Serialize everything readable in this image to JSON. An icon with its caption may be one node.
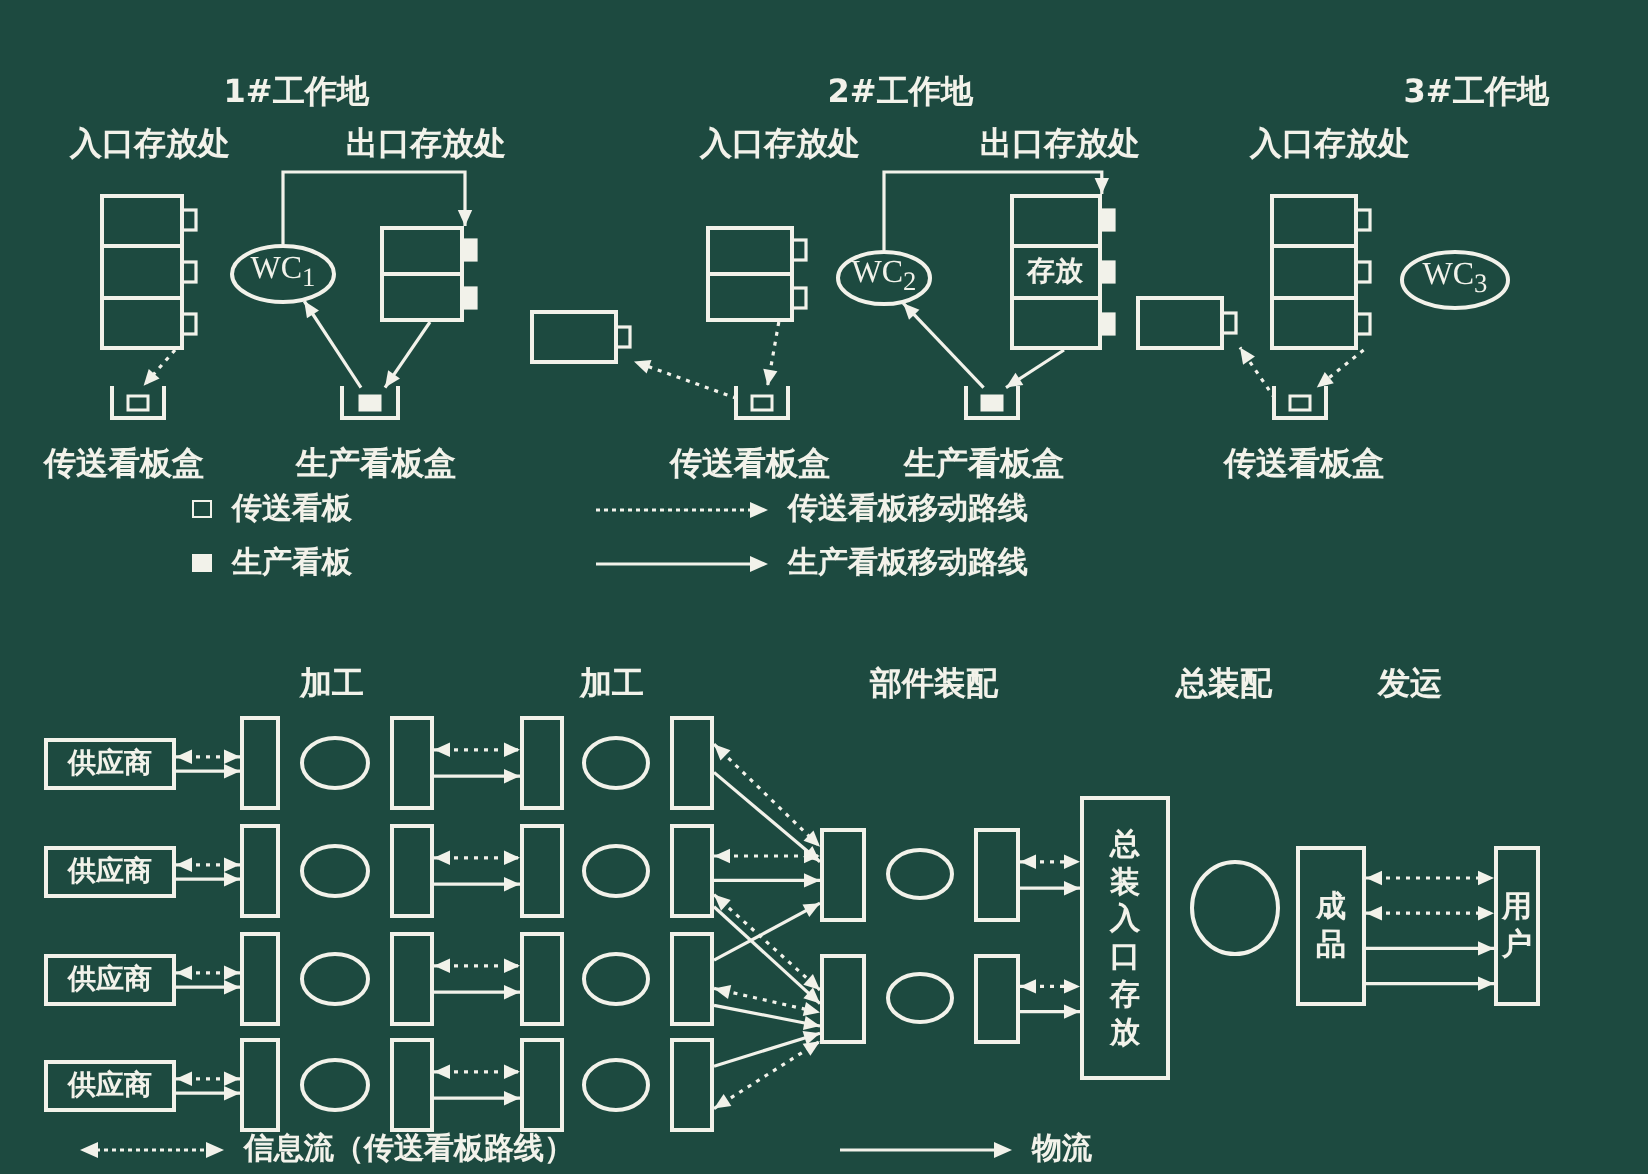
{
  "diagram": {
    "nodes": [
      {
        "text": [],
        "shape": "box"
      },
      {
        "text": [
          "WC$_{1}$"
        ]
      },
      {
        "text": [],
        "shape": "box"
      },
      {
        "text": [],
        "shape": "tray"
      },
      {
        "text": [],
        "shape": "tray"
      },
      {
        "text": [],
        "shape": "box"
      },
      {
        "text": [],
        "shape": "box"
      },
      {
        "text": [
          "WC$_{2}$"
        ]
      },
      {
        "text": [
          "存放"
        ]
      },
      {
        "text": [],
        "shape": "tray"
      },
      {
        "text": [],
        "shape": "tray"
      },
      {
        "text": [],
        "shape": "box"
      },
      {
        "text": [],
        "shape": "box"
      },
      {
        "text": [
          "WC$_{3}$"
        ]
      },
      {
        "text": [],
        "shape": "tray"
      },
      {
        "text": [
          "供应商"
        ]
      },
      {
        "text": [
          "供应商"
        ]
      },
      {
        "text": [
          "供应商"
        ]
      },
      {
        "text": [
          "供应商"
        ]
      },
      {
        "text": [],
        "shape": "box"
      },
      {
        "text": [],
        "shape": "box"
      },
      {
        "text": [],
        "shape": "box"
      },
      {
        "text": [],
        "shape": "box"
      },
      {
        "text": [],
        "shape": "ellipse"
      },
      {
        "text": [],
        "shape": "ellipse"
      },
      {
        "text": [],
        "shape": "ellipse"
      },
      {
        "text": [],
        "shape": "ellipse"
      },
      {
        "text": [],
        "shape": "box"
      },
      {
        "text": [],
        "shape": "box"
      },
      {
        "text": [],
        "shape": "box"
      },
      {
        "text": [],
        "shape": "box"
      },
      {
        "text": [],
        "shape": "box"
      },
      {
        "text": [],
        "shape": "box"
      },
      {
        "text": [],
        "shape": "box"
      },
      {
        "text": [],
        "shape": "box"
      },
      {
        "text": [],
        "shape": "ellipse"
      },
      {
        "text": [],
        "shape": "ellipse"
      },
      {
        "text": [],
        "shape": "ellipse"
      },
      {
        "text": [],
        "shape": "ellipse"
      },
      {
        "text": [],
        "shape": "box"
      },
      {
        "text": [],
        "shape": "box"
      },
      {
        "text": [],
        "shape": "box"
      },
      {
        "text": [],
        "shape": "box"
      },
      {
        "text": [],
        "shape": "box"
      },
      {
        "text": [],
        "shape": "box"
      },
      {
        "text": [],
        "shape": "ellipse"
      },
      {
        "text": [],
        "shape": "ellipse"
      },
      {
        "text": [],
        "shape": "box"
      },
      {
        "text": [],
        "shape": "box"
      },
      {
        "text": [
          "总装入口存放"
        ]
      },
      {
        "text": [],
        "shape": "ellipse"
      },
      {
        "text": [
          "成品"
        ]
      },
      {
        "text": [
          "用户"
        ]
      }
    ],
    "edges": [
      {
        "from": 0,
        "to": 3,
        "arrow": "to",
        "style": "dashed"
      },
      {
        "from": 1,
        "to": 2,
        "arrow": "to"
      },
      {
        "from": 4,
        "to": 1,
        "arrow": "to"
      },
      {
        "from": 2,
        "to": 4,
        "arrow": "to"
      },
      {
        "from": 6,
        "to": 9,
        "arrow": "to",
        "style": "dashed"
      },
      {
        "from": 9,
        "to": 5,
        "arrow": "to",
        "style": "dashed"
      },
      {
        "from": 7,
        "to": 8,
        "arrow": "to"
      },
      {
        "from": 10,
        "to": 7,
        "arrow": "to"
      },
      {
        "from": 8,
        "to": 10,
        "arrow": "to"
      },
      {
        "from": 12,
        "to": 14,
        "arrow": "to",
        "style": "dashed"
      },
      {
        "from": 14,
        "to": 11,
        "arrow": "to",
        "style": "dashed"
      },
      {
        "from": 15,
        "to": 19,
        "arrow": "both",
        "style": "dashed"
      },
      {
        "from": 15,
        "to": 19,
        "arrow": "to"
      },
      {
        "from": 16,
        "to": 20,
        "arrow": "both",
        "style": "dashed"
      },
      {
        "from": 16,
        "to": 20,
        "arrow": "to"
      },
      {
        "from": 17,
        "to": 21,
        "arrow": "both",
        "style": "dashed"
      },
      {
        "from": 17,
        "to": 21,
        "arrow": "to"
      },
      {
        "from": 18,
        "to": 22,
        "arrow": "both",
        "style": "dashed"
      },
      {
        "from": 18,
        "to": 22,
        "arrow": "to"
      },
      {
        "from": 27,
        "to": 31,
        "arrow": "both",
        "style": "dashed"
      },
      {
        "from": 27,
        "to": 31,
        "arrow": "to"
      },
      {
        "from": 28,
        "to": 32,
        "arrow": "both",
        "style": "dashed"
      },
      {
        "from": 28,
        "to": 32,
        "arrow": "to"
      },
      {
        "from": 29,
        "to": 33,
        "arrow": "both",
        "style": "dashed"
      },
      {
        "from": 29,
        "to": 33,
        "arrow": "to"
      },
      {
        "from": 30,
        "to": 34,
        "arrow": "both",
        "style": "dashed"
      },
      {
        "from": 30,
        "to": 34,
        "arrow": "to"
      },
      {
        "from": 39,
        "to": 43,
        "arrow": "both",
        "style": "dashed"
      },
      {
        "from": 39,
        "to": 43,
        "arrow": "to"
      },
      {
        "from": 40,
        "to": 43,
        "arrow": "both",
        "style": "dashed"
      },
      {
        "from": 40,
        "to": 43,
        "arrow": "to"
      },
      {
        "from": 40,
        "to": 44,
        "arrow": "both",
        "style": "dashed"
      },
      {
        "from": 40,
        "to": 44,
        "arrow": "to"
      },
      {
        "from": 41,
        "to": 43,
        "arrow": "to"
      },
      {
        "from": 41,
        "to": 44,
        "arrow": "both",
        "style": "dashed"
      },
      {
        "from": 41,
        "to": 44,
        "arrow": "to"
      },
      {
        "from": 42,
        "to": 44,
        "arrow": "both",
        "style": "dashed"
      },
      {
        "from": 42,
        "to": 44,
        "arrow": "to"
      },
      {
        "from": 47,
        "to": 49,
        "arrow": "both",
        "style": "dashed"
      },
      {
        "from": 47,
        "to": 49,
        "arrow": "to"
      },
      {
        "from": 48,
        "to": 49,
        "arrow": "both",
        "style": "dashed"
      },
      {
        "from": 48,
        "to": 49,
        "arrow": "to"
      },
      {
        "from": 51,
        "to": 52,
        "arrow": "both",
        "style": "dashed"
      },
      {
        "from": 51,
        "to": 52,
        "arrow": "both",
        "style": "dashed"
      },
      {
        "from": 51,
        "to": 52,
        "arrow": "to"
      },
      {
        "from": 51,
        "to": 52,
        "arrow": "to"
      }
    ],
    "labels": [
      "1#工作地",
      "2#工作地",
      "3#工作地",
      "入口存放处",
      "出口存放处",
      "入口存放处",
      "出口存放处",
      "入口存放处",
      "传送看板盒",
      "生产看板盒",
      "传送看板盒",
      "生产看板盒",
      "传送看板盒",
      "加工",
      "加工",
      "部件装配",
      "总装配",
      "发运"
    ],
    "legend": [
      {
        "text": "传送看板"
      },
      {
        "text": "生产看板"
      },
      {
        "text": "传送看板移动路线"
      },
      {
        "text": "生产看板移动路线"
      },
      {
        "text": "信息流（传送看板路线）"
      },
      {
        "text": "物流"
      }
    ]
  }
}
